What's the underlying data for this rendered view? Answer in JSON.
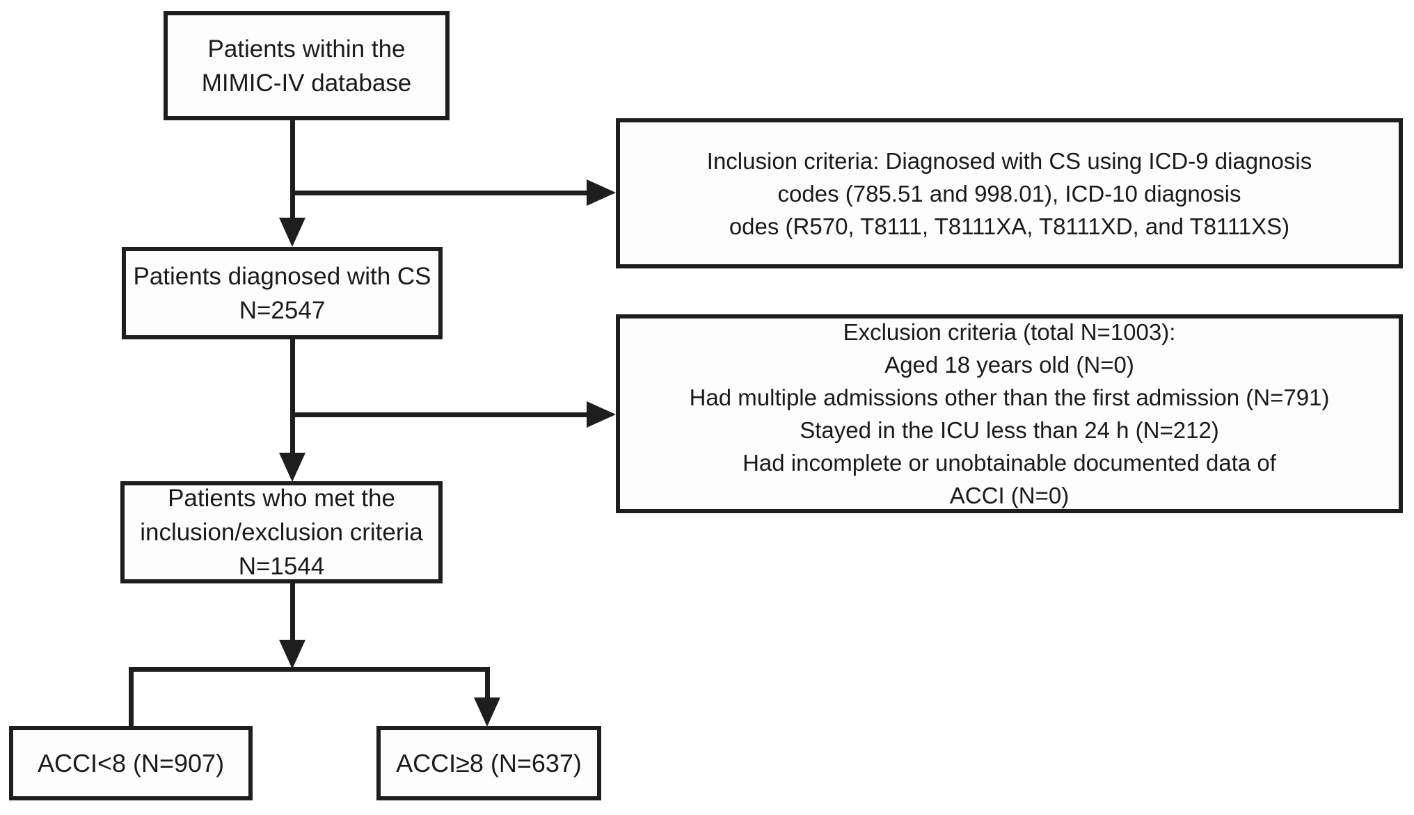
{
  "figure": {
    "type": "study-flowchart",
    "colors": {
      "line": "#1e1e1e",
      "text": "#1a1a1a",
      "box_background": "#fdfdfd",
      "page_background": "#ffffff"
    },
    "boxes": {
      "mimic_database": {
        "lines": [
          "Patients within the",
          "MIMIC-IV database"
        ]
      },
      "inclusion_criteria": {
        "lines": [
          "Inclusion criteria: Diagnosed with CS using ICD-9 diagnosis",
          "codes (785.51 and 998.01), ICD-10 diagnosis",
          "odes (R570, T8111, T8111XA, T8111XD, and T8111XS)"
        ]
      },
      "diagnosed_cs": {
        "lines": [
          "Patients diagnosed with CS",
          "N=2547"
        ]
      },
      "exclusion_criteria": {
        "lines": [
          "Exclusion criteria (total N=1003):",
          "Aged 18 years old (N=0)",
          "Had multiple admissions other than the first admission (N=791)",
          "Stayed in the ICU less than 24 h (N=212)",
          "Had incomplete or unobtainable documented data of",
          "ACCI (N=0)"
        ]
      },
      "met_criteria": {
        "lines": [
          "Patients who met the",
          "inclusion/exclusion criteria",
          "N=1544"
        ]
      },
      "acci_low": {
        "lines": [
          "ACCI<8 (N=907)"
        ]
      },
      "acci_high": {
        "lines": [
          "ACCI≥8 (N=637)"
        ]
      }
    }
  }
}
